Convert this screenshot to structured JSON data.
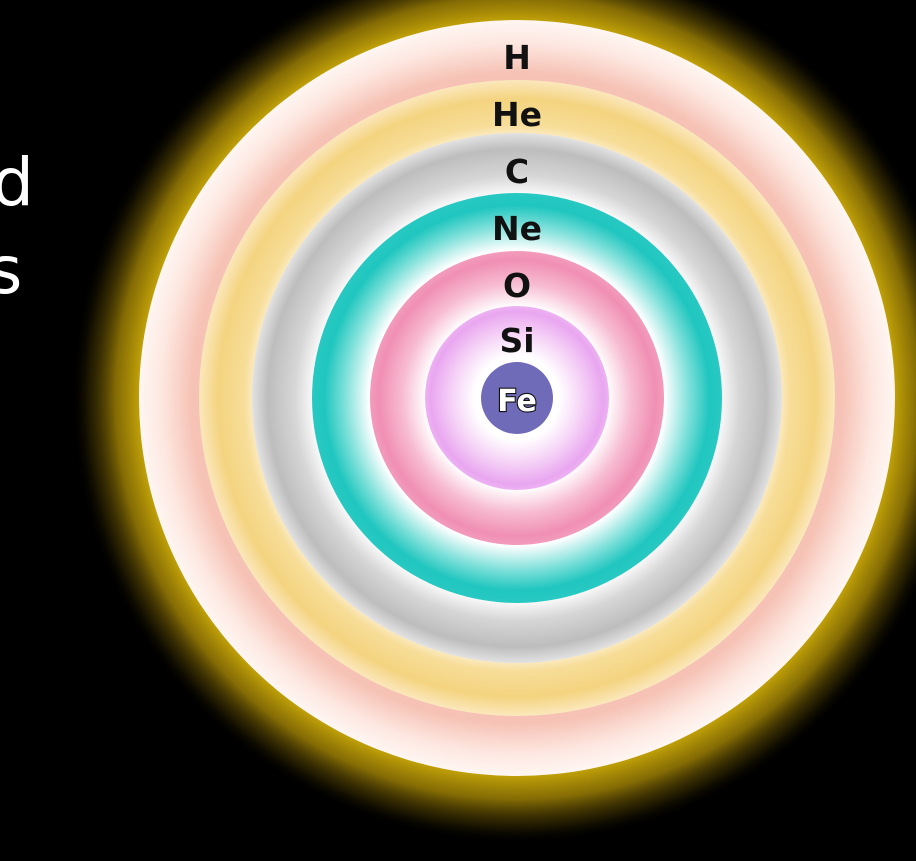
{
  "side_text": {
    "line1": "d",
    "line2": "s"
  },
  "shells": [
    {
      "label": "H",
      "color": "#f6c2b5"
    },
    {
      "label": "He",
      "color": "#f4d480"
    },
    {
      "label": "C",
      "color": "#bdbdbd"
    },
    {
      "label": "Ne",
      "color": "#1fc6bf"
    },
    {
      "label": "O",
      "color": "#f08fb3"
    },
    {
      "label": "Si",
      "color": "#e9a6f0"
    },
    {
      "label": "Fe",
      "color": "#6f6bb8"
    }
  ],
  "colors": {
    "background": "#000000",
    "glow": "#e3bf0a"
  }
}
